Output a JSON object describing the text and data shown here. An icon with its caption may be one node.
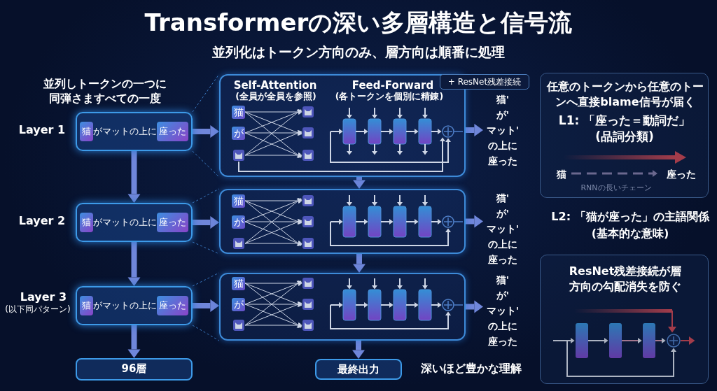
{
  "diagram": {
    "title": "Transformerの深い多層構造と信号流",
    "nodes": [
      {
        "text": [
          "猫 が マット の上に 座った"
        ],
        "beside": [
          "Layer 1"
        ]
      },
      {
        "text": [
          "Self-Attention",
          "(全員が全員を参照)",
          "Feed-Forward",
          "(各トークンを個別に精錬)"
        ]
      },
      {
        "text": [
          "+ ResNet残差接続"
        ]
      },
      {
        "text": [
          "猫'",
          "が'",
          "マット'",
          "の上に",
          "座った"
        ]
      },
      {
        "text": [
          "任意のトークンから任意のトーンへ直接blame信号が届く",
          "L1: 「座った＝動詞だ」 (品詞分類)"
        ]
      },
      {
        "text": [
          "猫"
        ],
        "in": 4
      },
      {
        "text": [
          "座った"
        ],
        "in": 4
      },
      {
        "text": [
          "猫 が マット の上に 座った"
        ],
        "beside": [
          "Layer 2"
        ]
      },
      {
        "text": [],
        "shape": "box"
      },
      {
        "text": [
          "猫'",
          "が'",
          "マット'",
          "の上に",
          "座った"
        ]
      },
      {
        "text": [
          "猫 が マット の上に 座った"
        ],
        "beside": [
          "Layer 3",
          "(以下同パターン)"
        ]
      },
      {
        "text": [],
        "shape": "box"
      },
      {
        "text": [
          "猫'",
          "が'",
          "マット'",
          "の上に",
          "座った"
        ]
      },
      {
        "text": [
          "ResNet残差接続が層方向の勾配消失を防ぐ"
        ]
      },
      {
        "text": [
          "96層"
        ]
      },
      {
        "text": [
          "最終出力"
        ],
        "beside": [
          "深いほど豊かな理解"
        ]
      }
    ],
    "edges": [
      {
        "from": 0,
        "to": 1,
        "arrow": "to"
      },
      {
        "from": 1,
        "to": 3,
        "arrow": "to"
      },
      {
        "from": 5,
        "to": 6,
        "arrow": "to",
        "style": "dashed"
      },
      {
        "from": 0,
        "to": 7,
        "arrow": "to"
      },
      {
        "from": 1,
        "to": 8,
        "arrow": "to"
      },
      {
        "from": 7,
        "to": 8,
        "arrow": "to"
      },
      {
        "from": 8,
        "to": 9,
        "arrow": "to"
      },
      {
        "from": 7,
        "to": 10,
        "arrow": "to"
      },
      {
        "from": 8,
        "to": 11,
        "arrow": "to"
      },
      {
        "from": 10,
        "to": 11,
        "arrow": "to"
      },
      {
        "from": 11,
        "to": 12,
        "arrow": "to"
      },
      {
        "from": 10,
        "to": 14,
        "arrow": "to"
      },
      {
        "from": 11,
        "to": 15,
        "arrow": "to"
      }
    ],
    "labels": [
      "並列化はトークン方向のみ、層方向は順番に処理",
      "並列しトークンの一つに同弾さますべての一度",
      "猫",
      "が",
      "RNNの長いチェーン",
      "猫",
      "が",
      "L2: 「猫が座った」の主語関係 (基本的な意味)",
      "猫",
      "が"
    ]
  }
}
